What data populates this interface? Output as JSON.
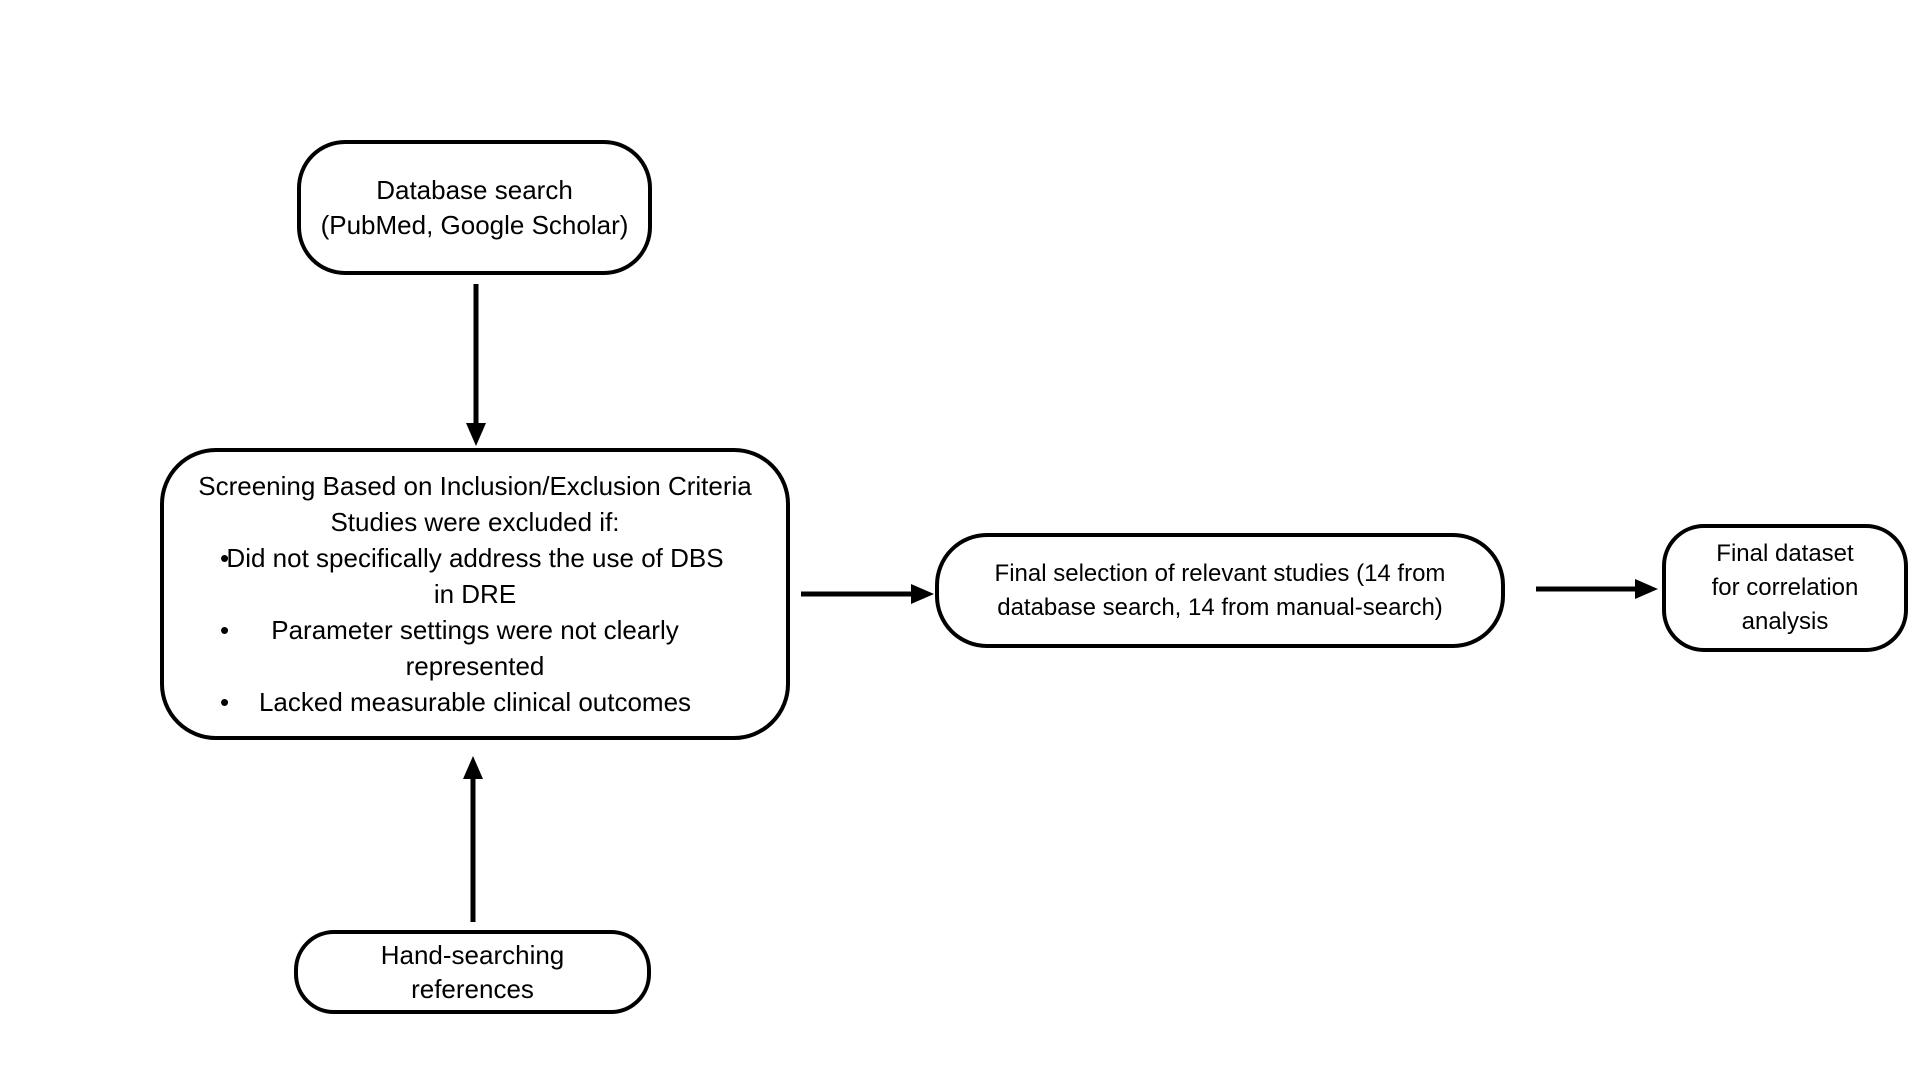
{
  "colors": {
    "background": "#ffffff",
    "stroke": "#000000",
    "text": "#000000"
  },
  "nodes": {
    "database_search": {
      "line1": "Database search",
      "line2": "(PubMed, Google Scholar)"
    },
    "screening": {
      "title": "Screening Based on Inclusion/Exclusion Criteria",
      "subtitle": "Studies were excluded if:",
      "bullets": [
        "Did not specifically address the use of DBS in DRE",
        "Parameter settings were not clearly represented",
        "Lacked measurable clinical outcomes"
      ]
    },
    "final_selection": {
      "line1": "Final selection of relevant studies (14 from",
      "line2": "database search, 14 from manual-search)"
    },
    "final_dataset": {
      "line1": "Final dataset",
      "line2": "for correlation",
      "line3": "analysis"
    },
    "hand_searching": {
      "line1": "Hand-searching",
      "line2": "references"
    }
  }
}
